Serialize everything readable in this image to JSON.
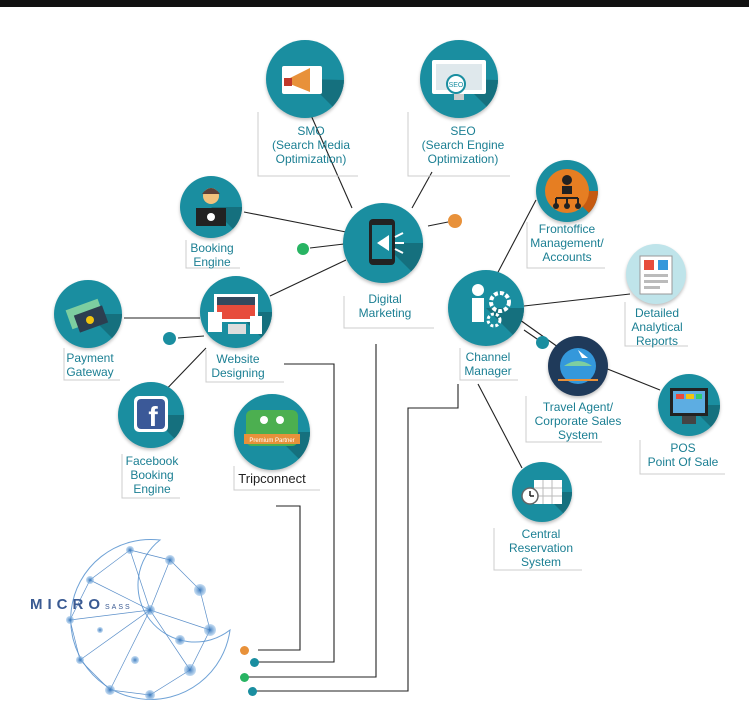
{
  "nodes": {
    "smo": {
      "lines": [
        "SMO",
        "(Search Media",
        "Optimization)"
      ],
      "icon": "megaphone-icon"
    },
    "seo": {
      "lines": [
        "SEO",
        "(Search Engine",
        "Optimization)"
      ],
      "icon": "seo-monitor-icon"
    },
    "digital": {
      "lines": [
        "Digital",
        "Marketing"
      ],
      "icon": "smartphone-megaphone-icon"
    },
    "booking": {
      "lines": [
        "Booking",
        "Engine"
      ],
      "icon": "receptionist-icon"
    },
    "website": {
      "lines": [
        "Website",
        "Designing"
      ],
      "icon": "responsive-devices-icon"
    },
    "payment": {
      "lines": [
        "Payment",
        "Gateway"
      ],
      "icon": "cash-card-icon"
    },
    "facebook": {
      "lines": [
        "Facebook",
        "Booking",
        "Engine"
      ],
      "icon": "facebook-icon",
      "glyph": "f"
    },
    "tripconnect": {
      "lines": [
        "Tripconnect"
      ],
      "icon": "tripconnect-badge-icon",
      "badge_text": "Premium Partner"
    },
    "frontoffice": {
      "lines": [
        "Frontoffice",
        "Management/",
        "Accounts"
      ],
      "icon": "org-chart-icon"
    },
    "channel": {
      "lines": [
        "Channel",
        "Manager"
      ],
      "icon": "gears-person-icon"
    },
    "reports": {
      "lines": [
        "Detailed",
        "Analytical",
        "Reports"
      ],
      "icon": "report-charts-icon"
    },
    "travel": {
      "lines": [
        "Travel Agent/",
        "Corporate Sales",
        "System"
      ],
      "icon": "globe-airplane-icon"
    },
    "pos": {
      "lines": [
        "POS",
        "Point Of Sale"
      ],
      "icon": "pos-terminal-icon"
    },
    "crs": {
      "lines": [
        "Central",
        "Reservation",
        "System"
      ],
      "icon": "calendar-clock-icon"
    }
  },
  "brand": {
    "name": "MICRO",
    "suffix": "SASS",
    "icon": "network-globe-icon"
  },
  "colors": {
    "teal": "#1a8ea0",
    "teal_dark": "#15707e",
    "orange": "#e8913a",
    "green": "#28b463",
    "blue": "#2c6fb7",
    "line": "#222222"
  }
}
